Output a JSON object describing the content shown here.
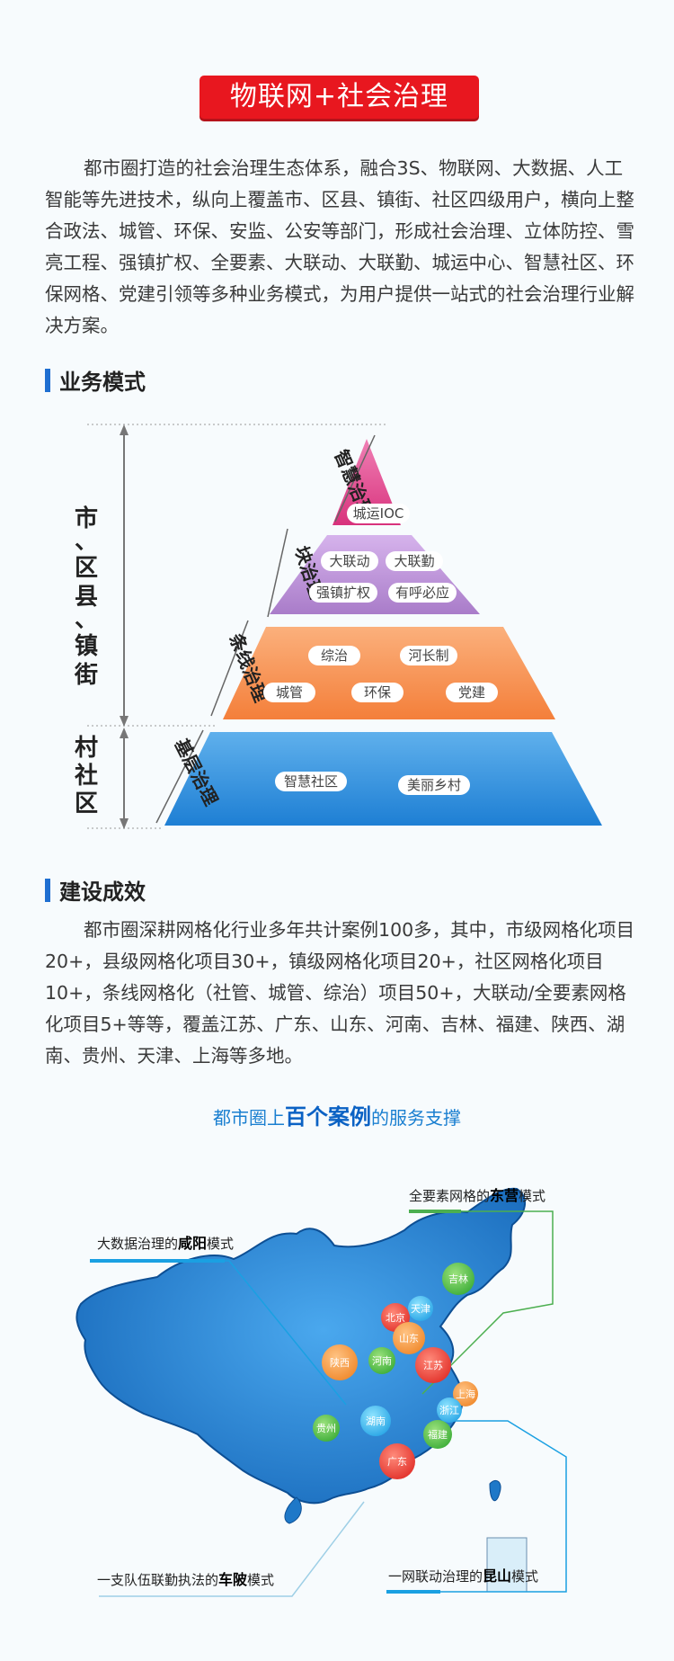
{
  "banner": {
    "title": "物联网+社会治理"
  },
  "intro": "都市圈打造的社会治理生态体系，融合3S、物联网、大数据、人工智能等先进技术，纵向上覆盖市、区县、镇街、社区四级用户，横向上整合政法、城管、环保、安监、公安等部门，形成社会治理、立体防控、雪亮工程、强镇扩权、全要素、大联动、大联勤、城运中心、智慧社区、环保网格、党建引领等多种业务模式，为用户提供一站式的社会治理行业解决方案。",
  "section1": {
    "title": "业务模式"
  },
  "pyramid": {
    "left_labels": {
      "upper": [
        "市",
        "、",
        "区",
        "县",
        "、",
        "镇",
        "街"
      ],
      "lower": [
        "村",
        "社",
        "区"
      ]
    },
    "tiers": [
      {
        "name": "智慧治理",
        "color": "#e0418a",
        "items": [
          "城运IOC"
        ]
      },
      {
        "name": "块治理",
        "color": "#b98ad6",
        "items": [
          "大联动",
          "大联勤",
          "强镇扩权",
          "有呼必应"
        ]
      },
      {
        "name": "条线治理",
        "color": "#f7914d",
        "items": [
          "综治",
          "河长制",
          "城管",
          "环保",
          "党建"
        ]
      },
      {
        "name": "基层治理",
        "color": "#2e8fdc",
        "items": [
          "智慧社区",
          "美丽乡村"
        ]
      }
    ]
  },
  "section2": {
    "title": "建设成效"
  },
  "results": "都市圈深耕网格化行业多年共计案例100多，其中，市级网格化项目20+，县级网格化项目30+，镇级网格化项目20+，社区网格化项目10+，条线网格化（社管、城管、综治）项目50+，大联动/全要素网格化项目5+等等，覆盖江苏、广东、山东、河南、吉林、福建、陕西、湖南、贵州、天津、上海等多地。",
  "map": {
    "title_pre": "都市圈上",
    "title_em": "百个案例",
    "title_post": "的服务支撑",
    "callouts": [
      {
        "pre": "大数据治理的",
        "em": "咸阳",
        "post": "模式"
      },
      {
        "pre": "全要素网格的",
        "em": "东营",
        "post": "模式"
      },
      {
        "pre": "一支队伍联勤执法的",
        "em": "车陂",
        "post": "模式"
      },
      {
        "pre": "一网联动治理的",
        "em": "昆山",
        "post": "模式"
      }
    ],
    "cities": [
      "吉林",
      "北京",
      "天津",
      "山东",
      "陕西",
      "河南",
      "江苏",
      "上海",
      "浙江",
      "贵州",
      "湖南",
      "福建",
      "广东"
    ],
    "colors": {
      "red": "#e8171f",
      "blue": "#1f6fd1",
      "green": "#4caf50",
      "map": "#1e78c8"
    }
  }
}
